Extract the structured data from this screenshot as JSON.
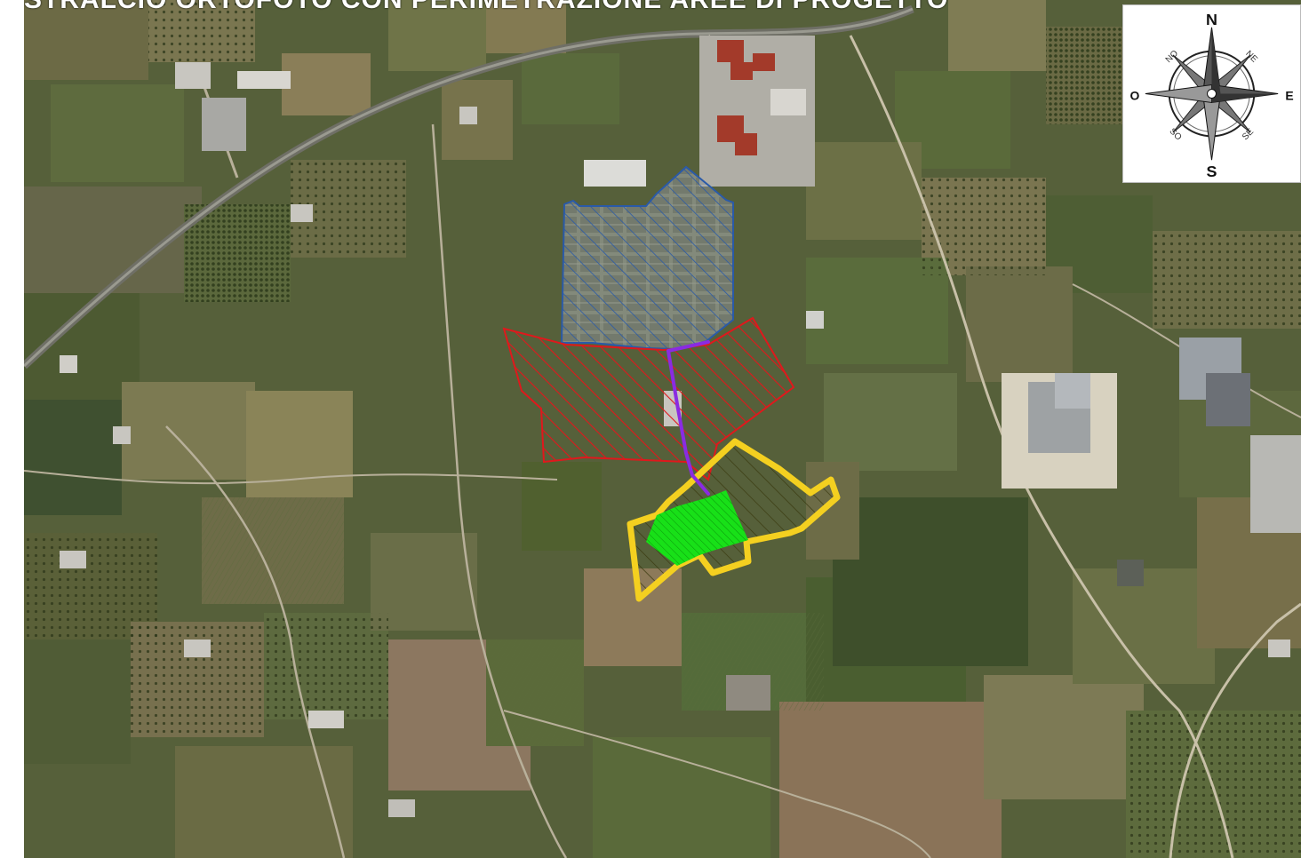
{
  "map": {
    "title": "STRALCIO ORTOFOTO CON PERIMETRAZIONE AREE DI PROGETTO",
    "colors": {
      "blue_area": "#2a5aa8",
      "red_area": "#e0181c",
      "yellow_area": "#f4d020",
      "green_area": "#18e018",
      "purple_cable": "#8a2be2"
    },
    "compass": {
      "north": "N",
      "south": "S",
      "east": "E",
      "west": "O",
      "northeast": "NE",
      "northwest": "NO",
      "southeast": "SE",
      "southwest": "SO",
      "icon": "compass-rose-icon"
    }
  }
}
